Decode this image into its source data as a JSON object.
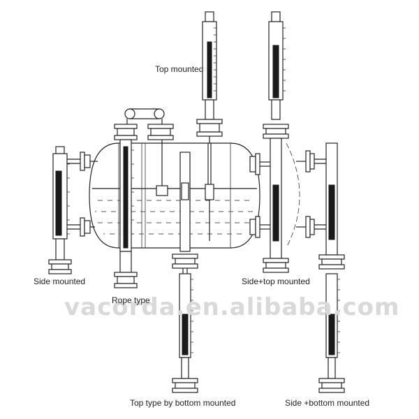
{
  "labels": {
    "top_mounted": "Top mounted",
    "side_mounted": "Side mounted",
    "rope_type": "Rope type",
    "side_top_mounted": "Side+top mounted",
    "top_bottom_mounted": "Top type by bottom mounted",
    "side_bottom_mounted": "Side +bottom mounted"
  },
  "watermark": "vacorda.en.alibaba.com"
}
